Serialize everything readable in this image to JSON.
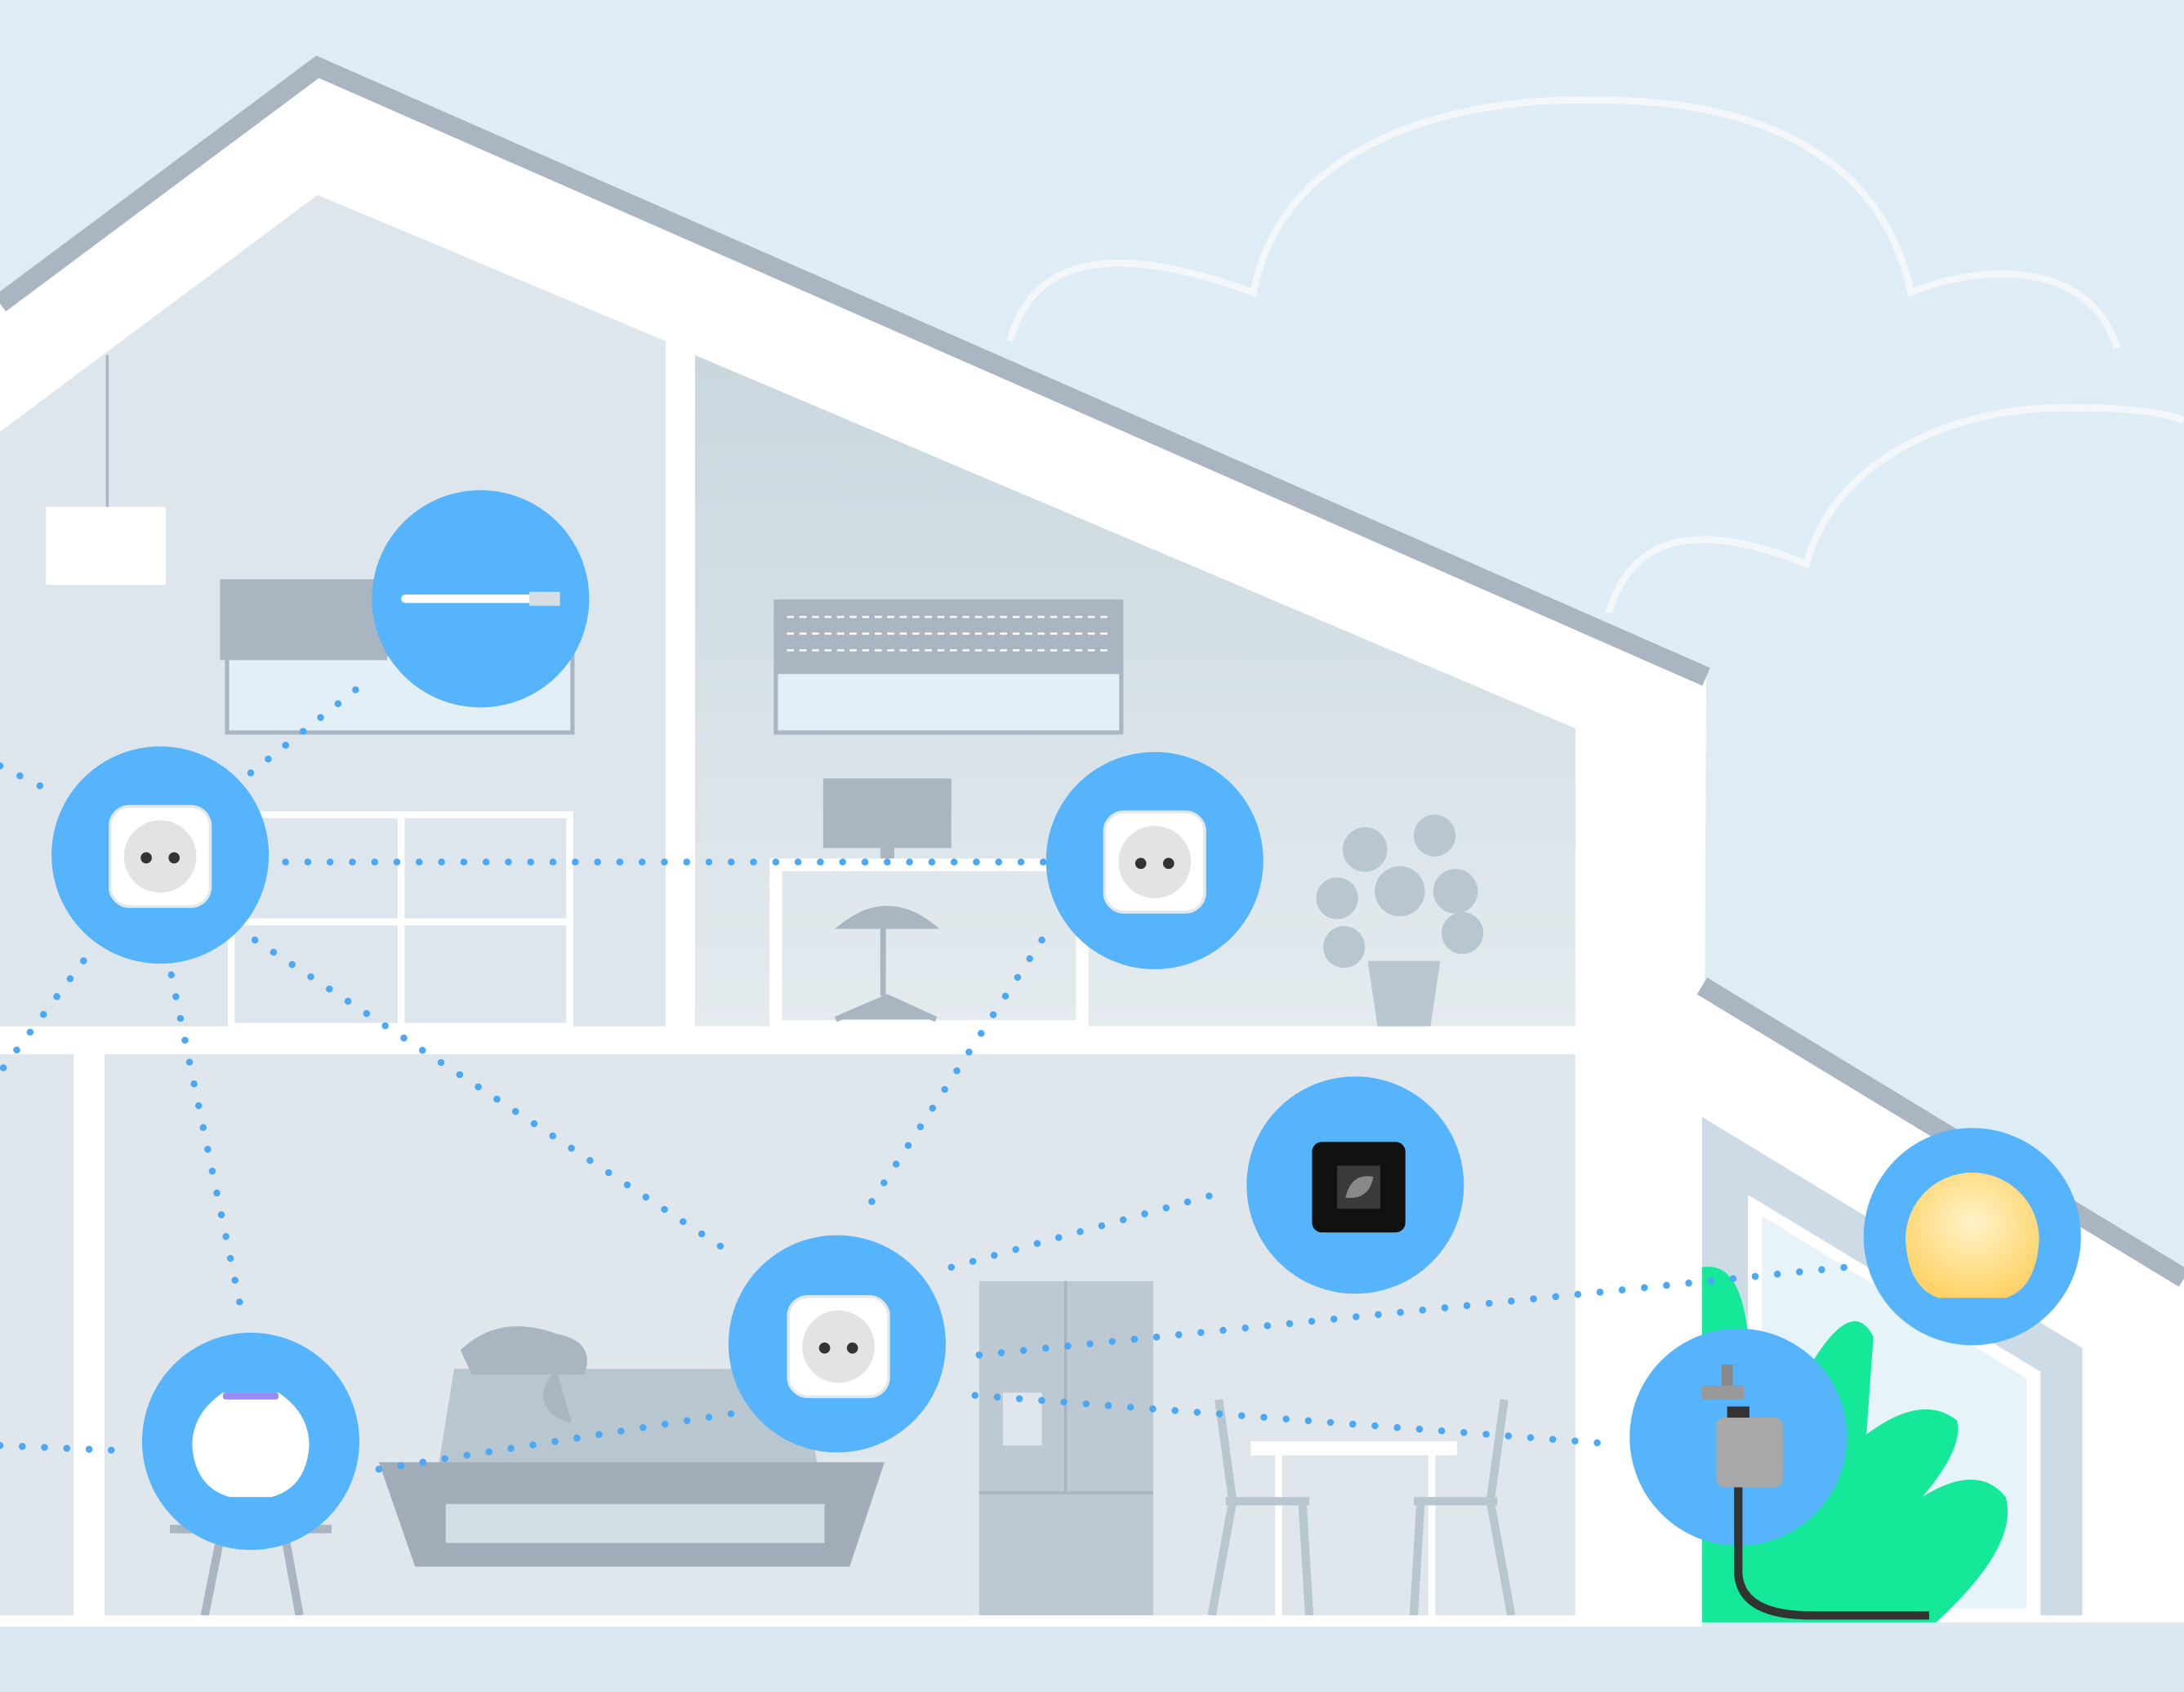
{
  "scene": {
    "devices": [
      {
        "id": "blind-motor",
        "icon": "curtain-rod-icon"
      },
      {
        "id": "plug-upper-left",
        "icon": "power-socket-icon"
      },
      {
        "id": "plug-upper-right",
        "icon": "power-socket-icon"
      },
      {
        "id": "thermostat",
        "icon": "thermostat-leaf-icon"
      },
      {
        "id": "plug-living-room",
        "icon": "power-socket-icon"
      },
      {
        "id": "smart-speaker",
        "icon": "speaker-icon"
      },
      {
        "id": "garden-light",
        "icon": "lamp-orb-icon"
      },
      {
        "id": "water-controller",
        "icon": "water-valve-icon"
      }
    ]
  },
  "colors": {
    "sky": "#ddecf5",
    "roof": "#a9b6c1",
    "device_bubble": "#55b4fc",
    "mesh_dots": "#4aa8f5",
    "plant": "#16e89a",
    "lamp": "#ffd877"
  }
}
